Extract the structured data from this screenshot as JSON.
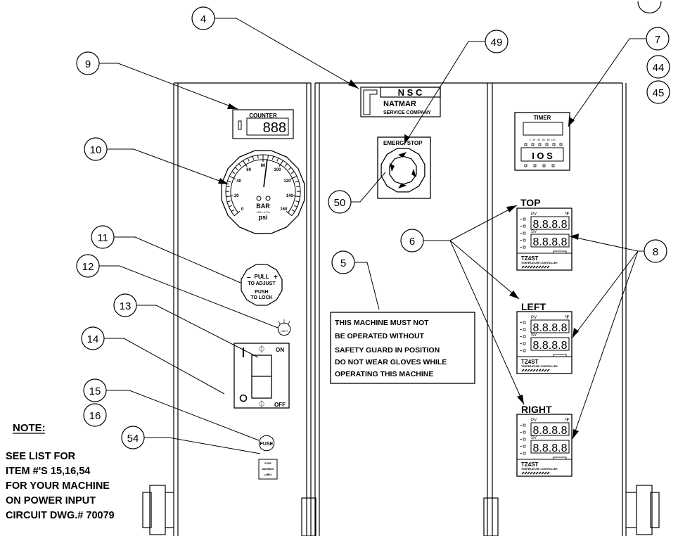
{
  "callouts": {
    "c4": "4",
    "c5": "5",
    "c6": "6",
    "c7": "7",
    "c8": "8",
    "c9": "9",
    "c10": "10",
    "c11": "11",
    "c12": "12",
    "c13": "13",
    "c14": "14",
    "c15": "15",
    "c16": "16",
    "c44": "44",
    "c45": "45",
    "c49": "49",
    "c50": "50",
    "c54": "54"
  },
  "logo": {
    "letters": "N S C",
    "name": "NATMAR",
    "sub": "SERVICE COMPANY"
  },
  "counter": {
    "title": "COUNTER",
    "value": "888"
  },
  "gauge": {
    "ticks": [
      "0",
      "20",
      "40",
      "60",
      "80",
      "100",
      "120",
      "140",
      "160"
    ],
    "unit_bar": "BAR",
    "unit_small": "100 x k Pa",
    "unit_psi": "psi"
  },
  "regulator": {
    "line1_left": "–",
    "line1_mid": "PULL",
    "line1_right": "+",
    "line2": "TO ADJUST",
    "line3": "PUSH",
    "line4": "TO LOCK"
  },
  "light_label": "LIGHT",
  "switch": {
    "on": "ON",
    "off": "OFF",
    "sym": "⏀"
  },
  "fuse_label": "FUSE",
  "fuse_warning": {
    "l1": "FUSE",
    "l2": "WARNING",
    "l3": "LABEL"
  },
  "note": {
    "heading": "NOTE:",
    "lines": [
      "SEE LIST FOR",
      "ITEM #'S 15,16,54",
      "FOR YOUR MACHINE",
      "ON POWER INPUT",
      "CIRCUIT DWG.# 70079"
    ]
  },
  "emergency_label": "EMERG. STOP",
  "warning": {
    "lines": [
      "THIS MACHINE MUST NOT",
      "BE OPERATED WITHOUT",
      "SAFETY GUARD IN POSITION",
      "DO NOT WEAR GLOVES WHILE",
      "OPERATING THIS MACHINE"
    ]
  },
  "timer": {
    "title": "TIMER",
    "scale": "0   20   40   60   80  100",
    "display": "I O S"
  },
  "controllers": {
    "top_label": "TOP",
    "left_label": "LEFT",
    "right_label": "RIGHT",
    "pv": "PV",
    "sv": "SV",
    "unit": "°F",
    "digits": "8.8.8.8",
    "model": "TZ4ST",
    "caption": "TEMPERATURE CONTROLLER"
  }
}
